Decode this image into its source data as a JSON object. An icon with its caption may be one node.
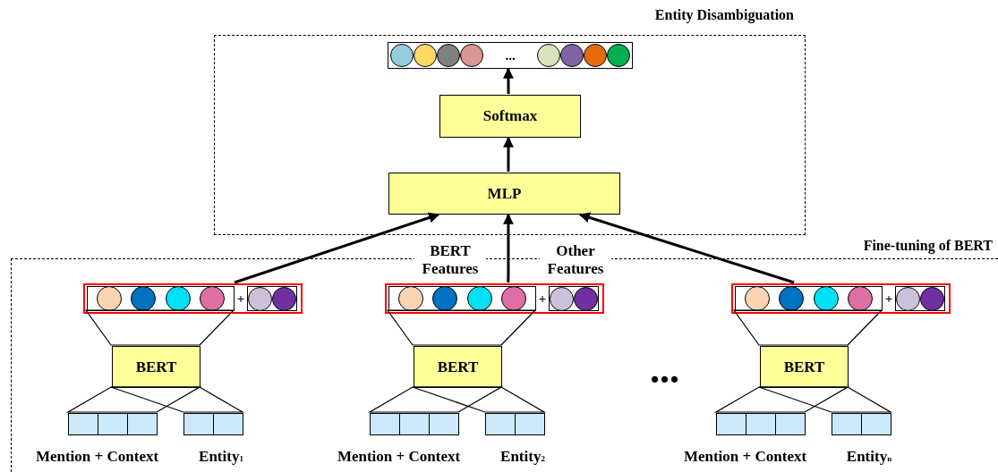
{
  "diagram": {
    "nodes": [
      {
        "text": [
          "Entity Disambiguation"
        ]
      },
      {
        "text": [
          "..."
        ],
        "in": 0
      },
      {
        "text": [
          "Softmax"
        ],
        "in": 0
      },
      {
        "text": [
          "MLP"
        ],
        "in": 0
      },
      {
        "text": [
          "Fine-tuning of BERT"
        ]
      },
      {
        "text": [
          "+"
        ],
        "in": 4
      },
      {
        "text": [
          "BERT"
        ],
        "in": 4
      },
      {
        "text": [],
        "shape": "box",
        "in": 4,
        "beside": [
          "Mention + Context"
        ]
      },
      {
        "text": [],
        "shape": "box",
        "in": 4,
        "beside": [
          "Entity$_{1}$"
        ]
      },
      {
        "text": [
          "+"
        ],
        "in": 4,
        "beside": [
          "BERT Features",
          "Other Features"
        ]
      },
      {
        "text": [
          "BERT"
        ],
        "in": 4
      },
      {
        "text": [],
        "shape": "box",
        "in": 4,
        "beside": [
          "Mention + Context"
        ]
      },
      {
        "text": [],
        "shape": "box",
        "in": 4,
        "beside": [
          "Entity$_{2}$"
        ]
      },
      {
        "text": [
          "+"
        ],
        "in": 4
      },
      {
        "text": [
          "BERT"
        ],
        "in": 4
      },
      {
        "text": [],
        "shape": "box",
        "in": 4,
        "beside": [
          "Mention + Context"
        ]
      },
      {
        "text": [],
        "shape": "box",
        "in": 4,
        "beside": [
          "Entity$_{n}$"
        ]
      }
    ],
    "edges": [
      {
        "from": 2,
        "to": 1,
        "arrow": "to",
        "style": "thick"
      },
      {
        "from": 3,
        "to": 2,
        "arrow": "to",
        "style": "thick"
      },
      {
        "from": 5,
        "to": 3,
        "arrow": "to",
        "style": "thick"
      },
      {
        "from": 9,
        "to": 3,
        "arrow": "to",
        "style": "thick"
      },
      {
        "from": 13,
        "to": 3,
        "arrow": "to",
        "style": "thick"
      },
      {
        "from": 6,
        "to": 5,
        "arrow": "none"
      },
      {
        "from": 6,
        "to": 7,
        "arrow": "none"
      },
      {
        "from": 6,
        "to": 8,
        "arrow": "none"
      },
      {
        "from": 10,
        "to": 9,
        "arrow": "none"
      },
      {
        "from": 10,
        "to": 11,
        "arrow": "none"
      },
      {
        "from": 10,
        "to": 12,
        "arrow": "none"
      },
      {
        "from": 14,
        "to": 13,
        "arrow": "none"
      },
      {
        "from": 14,
        "to": 15,
        "arrow": "none"
      },
      {
        "from": 14,
        "to": 16,
        "arrow": "none"
      }
    ],
    "labels": [
      "..."
    ]
  }
}
